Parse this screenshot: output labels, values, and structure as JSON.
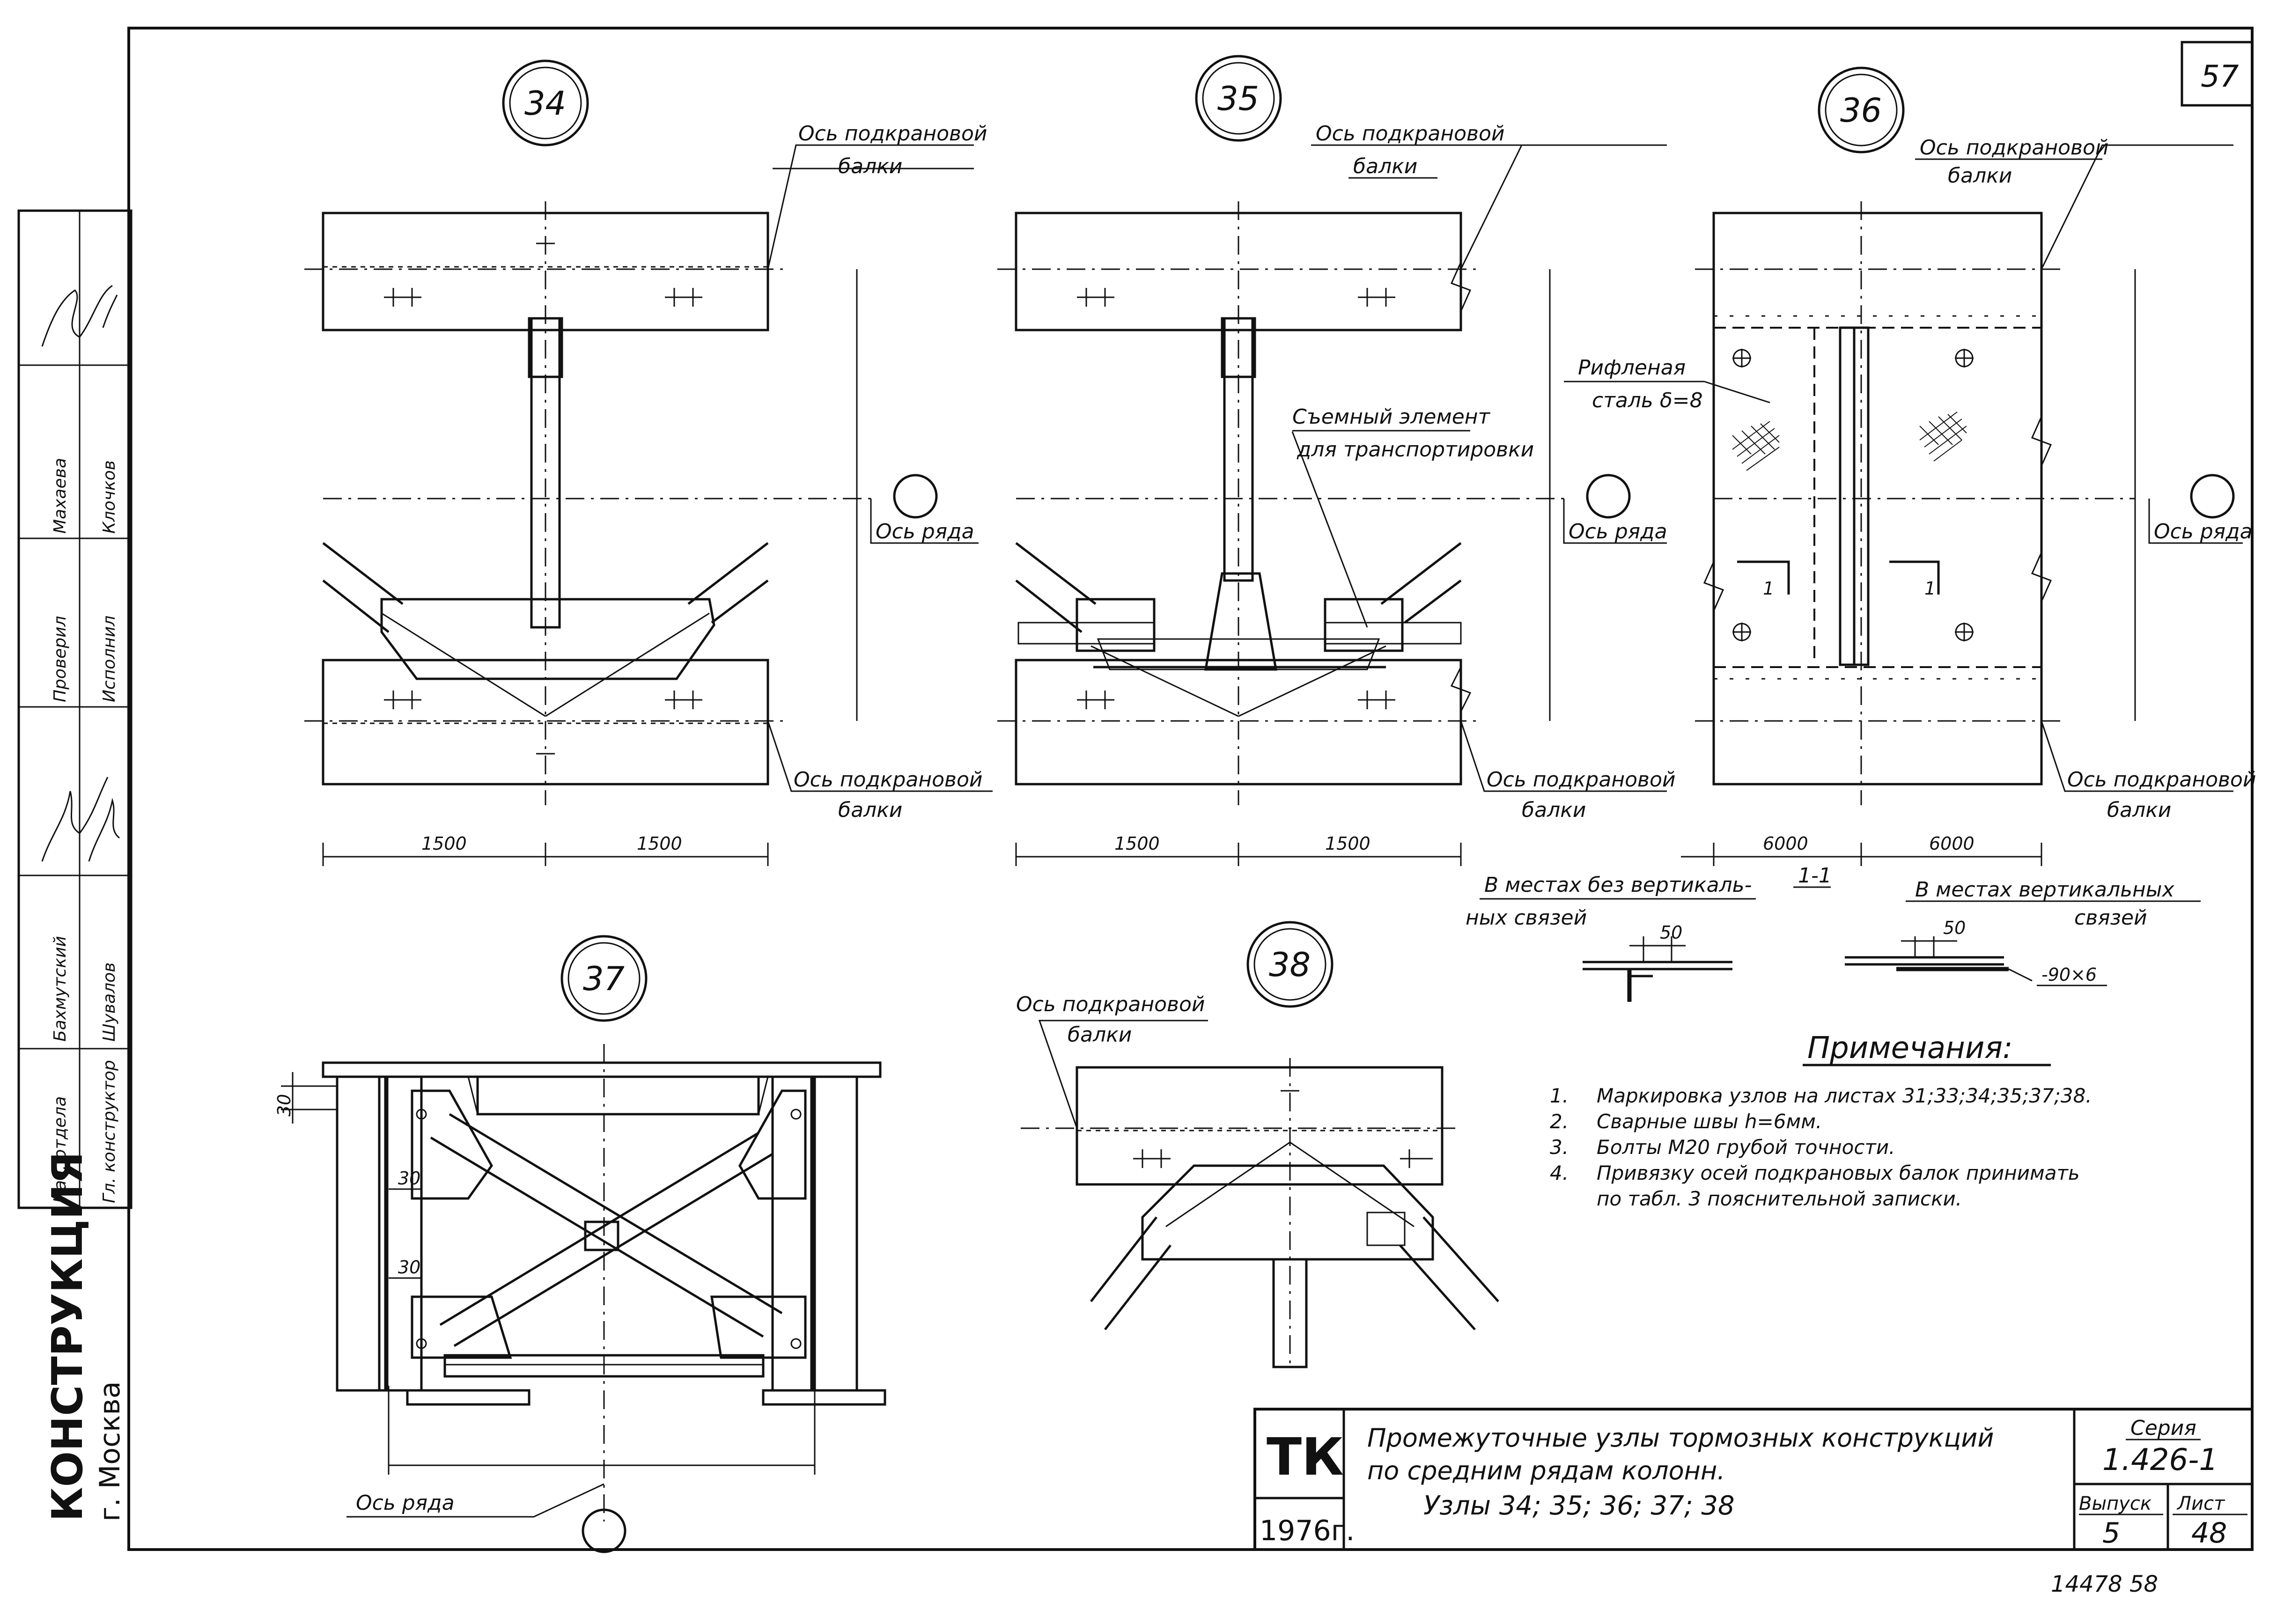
{
  "sheet_number": "57",
  "details": {
    "d34": {
      "num": "34",
      "axis_top": [
        "Ось подкрановой",
        "балки"
      ],
      "axis_row": "Ось ряда",
      "axis_bottom": [
        "Ось подкрановой",
        "балки"
      ],
      "dim_left": "1500",
      "dim_right": "1500"
    },
    "d35": {
      "num": "35",
      "axis_top": [
        "Ось подкрановой",
        "балки"
      ],
      "axis_row": "Ось ряда",
      "axis_bottom": [
        "Ось подкрановой",
        "балки"
      ],
      "removable": [
        "Съемный элемент",
        "для транспортировки"
      ],
      "dim_left": "1500",
      "dim_right": "1500"
    },
    "d36": {
      "num": "36",
      "axis_top": [
        "Ось подкрановой",
        "балки"
      ],
      "axis_row": "Ось ряда",
      "axis_bottom": [
        "Ось подкрановой",
        "балки"
      ],
      "plate": [
        "Рифленая",
        "сталь δ=8"
      ],
      "cut_mark": "1",
      "dim_left": "6000",
      "dim_right": "6000"
    },
    "d37": {
      "num": "37",
      "dim_30a": "30",
      "dim_30b": "30",
      "dim_30c": "30",
      "axis_row": "Ось ряда"
    },
    "d38": {
      "num": "38",
      "axis_top": [
        "Ось подкрановой",
        "балки"
      ]
    }
  },
  "section": {
    "title": "1-1",
    "left_caption": [
      "В местах без вертикаль-",
      "ных связей"
    ],
    "right_caption": [
      "В местах вертикальных",
      "связей"
    ],
    "dim_left": "50",
    "dim_right": "50",
    "strip": "-90×6"
  },
  "notes": {
    "title": "Примечания:",
    "items": [
      {
        "n": "1.",
        "text": "Маркировка узлов на листах 31;33;34;35;37;38."
      },
      {
        "n": "2.",
        "text": "Сварные швы h=6мм."
      },
      {
        "n": "3.",
        "text": "Болты М20 грубой точности."
      },
      {
        "n": "4.",
        "text": "Привязку осей подкрановых балок принимать"
      },
      {
        "n": "",
        "text": "по табл. 3 пояснительной записки."
      }
    ]
  },
  "side_stamp": {
    "roles": [
      "Нач. отдела",
      "Гл. конструктор",
      "Проверил",
      "Исполнил"
    ],
    "names": [
      "Бахмутский",
      "Шувалов",
      "Махаева",
      "Клочков"
    ],
    "org": "КОНСТРУКЦИЯ",
    "city": "г. Москва"
  },
  "title_block": {
    "logo": "ТК",
    "year": "1976г.",
    "title_lines": [
      "Промежуточные узлы тормозных конструкций",
      "по средним рядам колонн.",
      "Узлы 34; 35; 36; 37; 38"
    ],
    "series_label": "Серия",
    "series_value": "1.426-1",
    "issue_label": "Выпуск",
    "issue_value": "5",
    "sheet_label": "Лист",
    "sheet_value": "48"
  },
  "archive_number": "14478 58"
}
